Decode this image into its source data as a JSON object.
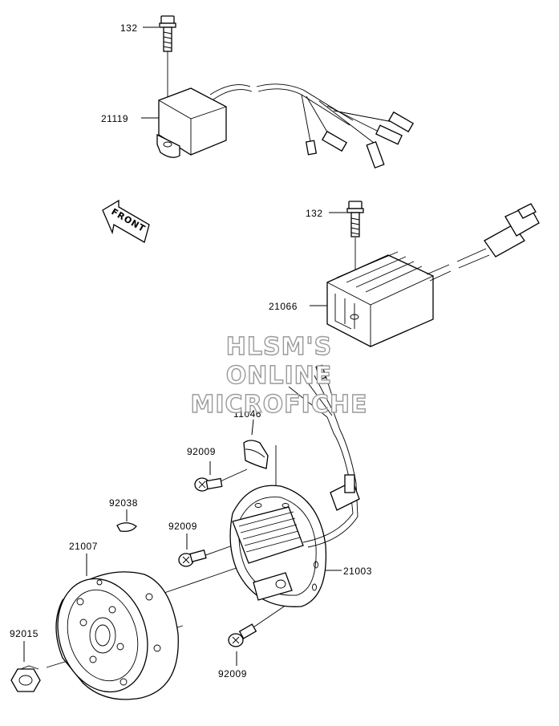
{
  "watermark": {
    "line1": "HLSM'S",
    "line2": "ONLINE",
    "line3": "MICROFICHE"
  },
  "front_label": "FRONT",
  "callouts": [
    {
      "id": "c132a",
      "text": "132"
    },
    {
      "id": "c21119",
      "text": "21119"
    },
    {
      "id": "c132b",
      "text": "132"
    },
    {
      "id": "c21066",
      "text": "21066"
    },
    {
      "id": "c11046",
      "text": "11046"
    },
    {
      "id": "c92009a",
      "text": "92009"
    },
    {
      "id": "c92038",
      "text": "92038"
    },
    {
      "id": "c92009b",
      "text": "92009"
    },
    {
      "id": "c21007",
      "text": "21007"
    },
    {
      "id": "c21003",
      "text": "21003"
    },
    {
      "id": "c92015",
      "text": "92015"
    },
    {
      "id": "c92009c",
      "text": "92009"
    }
  ]
}
